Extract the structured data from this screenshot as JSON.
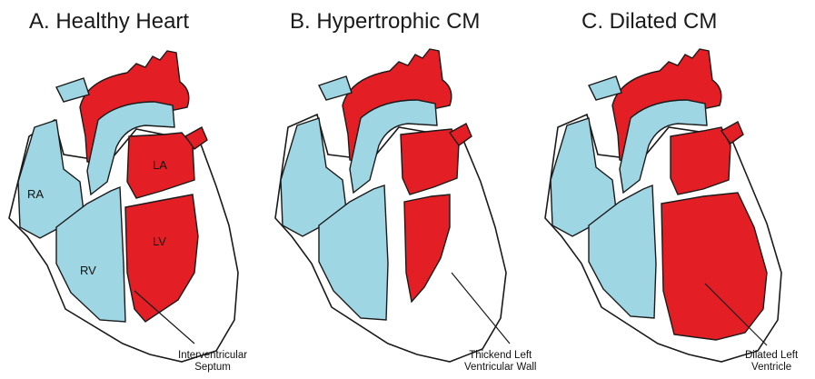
{
  "colors": {
    "oxygenated": "#e31e24",
    "deoxygenated": "#9fd6e4",
    "outline": "#1a1a1a"
  },
  "panels": [
    {
      "title": "A. Healthy Heart",
      "chamber_labels": [
        "LA",
        "RA",
        "LV",
        "RV"
      ],
      "callout_line1": "Interventricular",
      "callout_line2": "Septum"
    },
    {
      "title": "B. Hypertrophic CM",
      "callout_line1": "Thickend Left",
      "callout_line2": "Ventricular Wall"
    },
    {
      "title": "C. Dilated CM",
      "callout_line1": "Dilated Left",
      "callout_line2": "Ventricle"
    }
  ]
}
